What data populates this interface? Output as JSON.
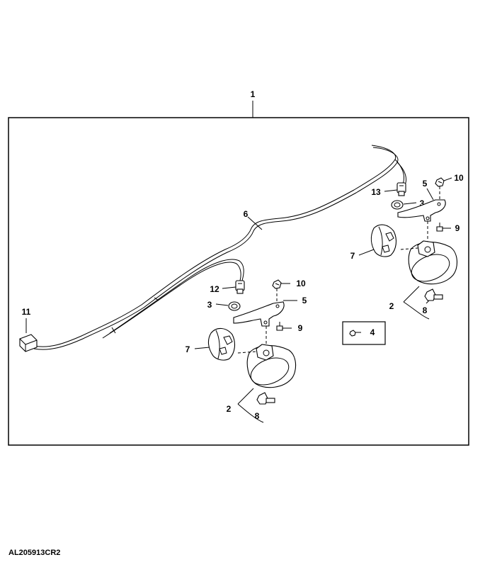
{
  "figure_code": "AL205913CR2",
  "callouts": {
    "assembly": "1",
    "light_left": "2",
    "light_right": "2",
    "grommet_left": "3",
    "grommet_right": "3",
    "kit_hardware": "4",
    "bracket_left": "5",
    "bracket_right": "5",
    "harness": "6",
    "housing_left": "7",
    "housing_right": "7",
    "knob_left": "8",
    "knob_right": "8",
    "screw_left": "9",
    "screw_right": "9",
    "nut_left": "10",
    "nut_right": "10",
    "connector": "11",
    "bulb_left": "12",
    "bulb_right": "13"
  },
  "colors": {
    "line": "#000000",
    "background": "#ffffff"
  }
}
